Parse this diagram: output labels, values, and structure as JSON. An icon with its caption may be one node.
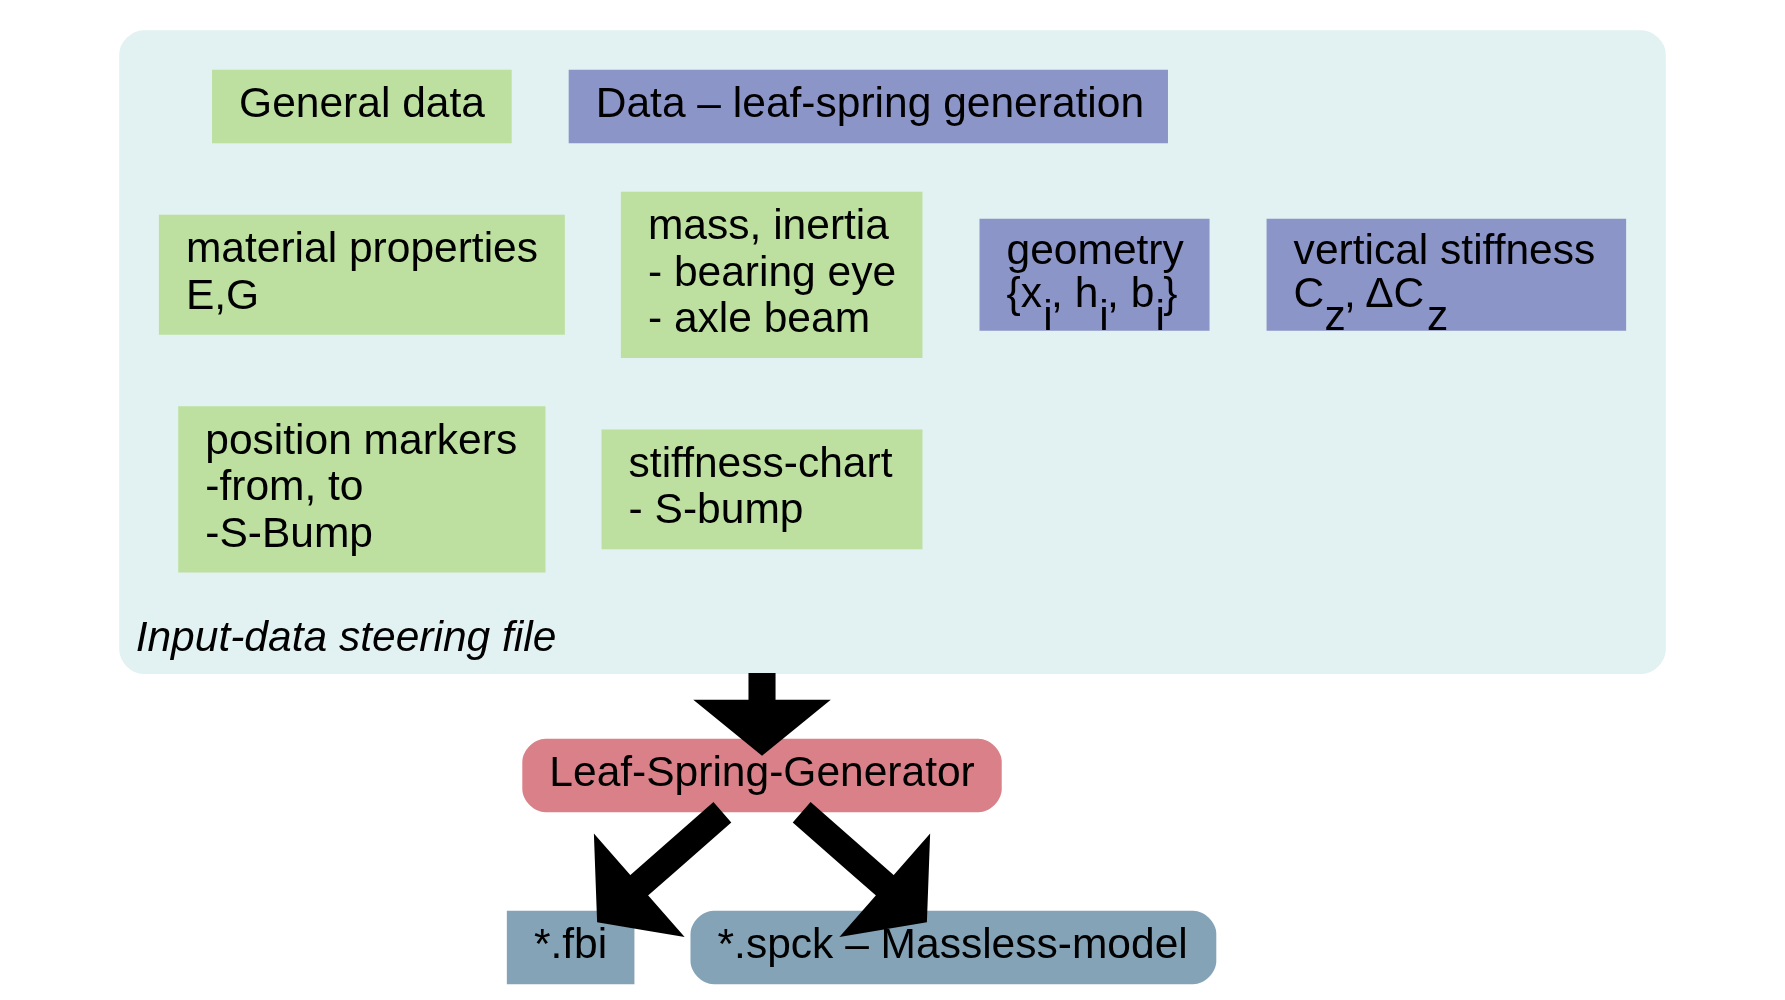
{
  "diagram": {
    "nodes": [
      {
        "text": [
          "Input-data steering file"
        ]
      },
      {
        "text": [
          "General data"
        ],
        "in": 0
      },
      {
        "text": [
          "Data – leaf-spring generation"
        ],
        "in": 0
      },
      {
        "text": [
          "material properties",
          "E,G"
        ],
        "in": 0
      },
      {
        "text": [
          "mass, inertia",
          "- bearing eye",
          "- axle beam"
        ],
        "in": 0
      },
      {
        "text": [
          "geometry",
          "{x$_{i}$, h$_{i}$, b$_{i}$}"
        ],
        "in": 0
      },
      {
        "text": [
          "vertical stiffness",
          "C$_{z}$, ΔC$_{z}$"
        ],
        "in": 0
      },
      {
        "text": [
          "position markers",
          "-from, to",
          "-S-Bump"
        ],
        "in": 0
      },
      {
        "text": [
          "stiffness-chart",
          "- S-bump"
        ],
        "in": 0
      },
      {
        "text": [
          "Leaf-Spring-Generator"
        ]
      },
      {
        "text": [
          "*.fbi"
        ]
      },
      {
        "text": [
          "*.spck – Massless-model"
        ]
      }
    ],
    "edges": [
      {
        "from": 0,
        "to": 9,
        "arrow": "to"
      },
      {
        "from": 9,
        "to": 10,
        "arrow": "to"
      },
      {
        "from": 9,
        "to": 11,
        "arrow": "to"
      }
    ]
  }
}
